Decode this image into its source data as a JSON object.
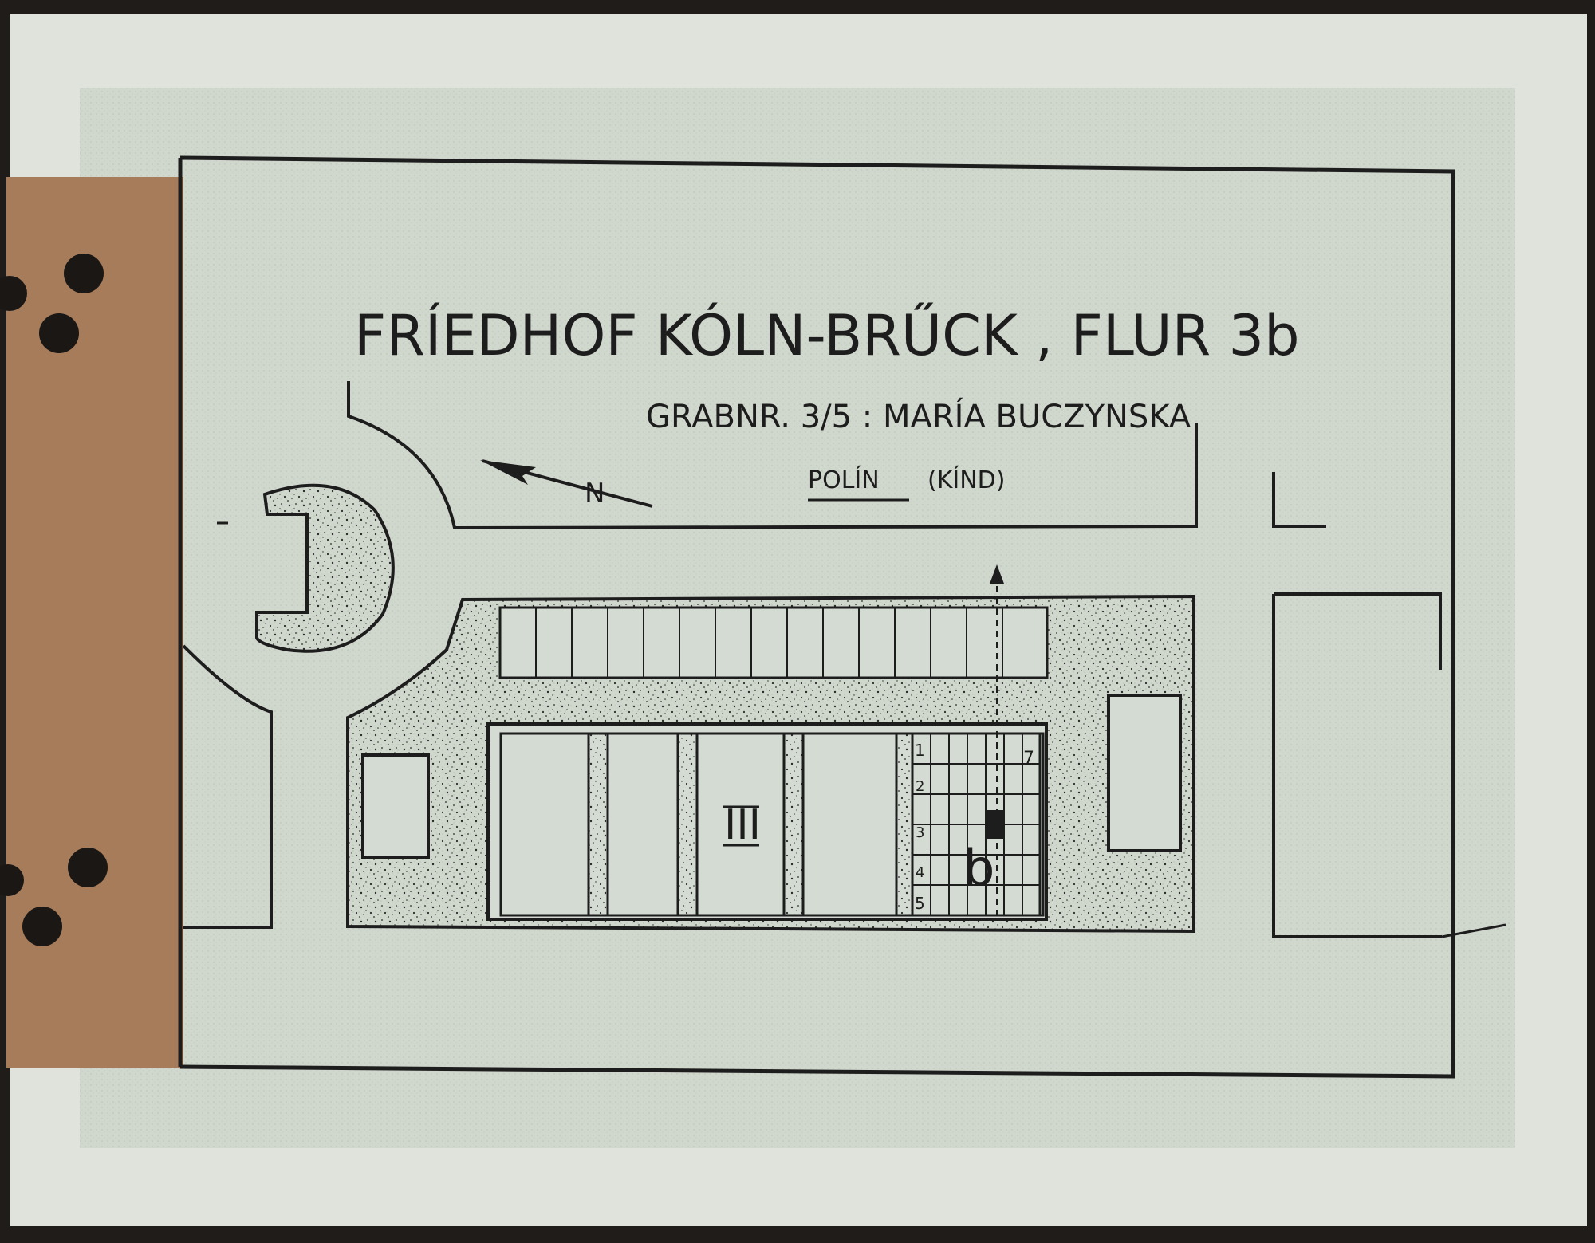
{
  "document": {
    "title": "FRÍEDHOF KÓLN-BRŰCK , FLUR 3b",
    "grave_line": "GRABNR. 3/5 : MARÍA BUCZYNSKA",
    "nationality": "POLÍN",
    "note": "(KÍND)",
    "north_label": "N",
    "section_numeral": "III",
    "plot_letter": "b",
    "grid_label_top_left": "1",
    "grid_label_top_right": "7",
    "grid_label_bottom_left": "5",
    "grid_row_marks": [
      "2",
      "3",
      "4"
    ]
  },
  "colors": {
    "paper": "#d4dbd2",
    "ink": "#1d1d1d",
    "cardboard": "#a77c5b",
    "background": "#1f1c19"
  }
}
